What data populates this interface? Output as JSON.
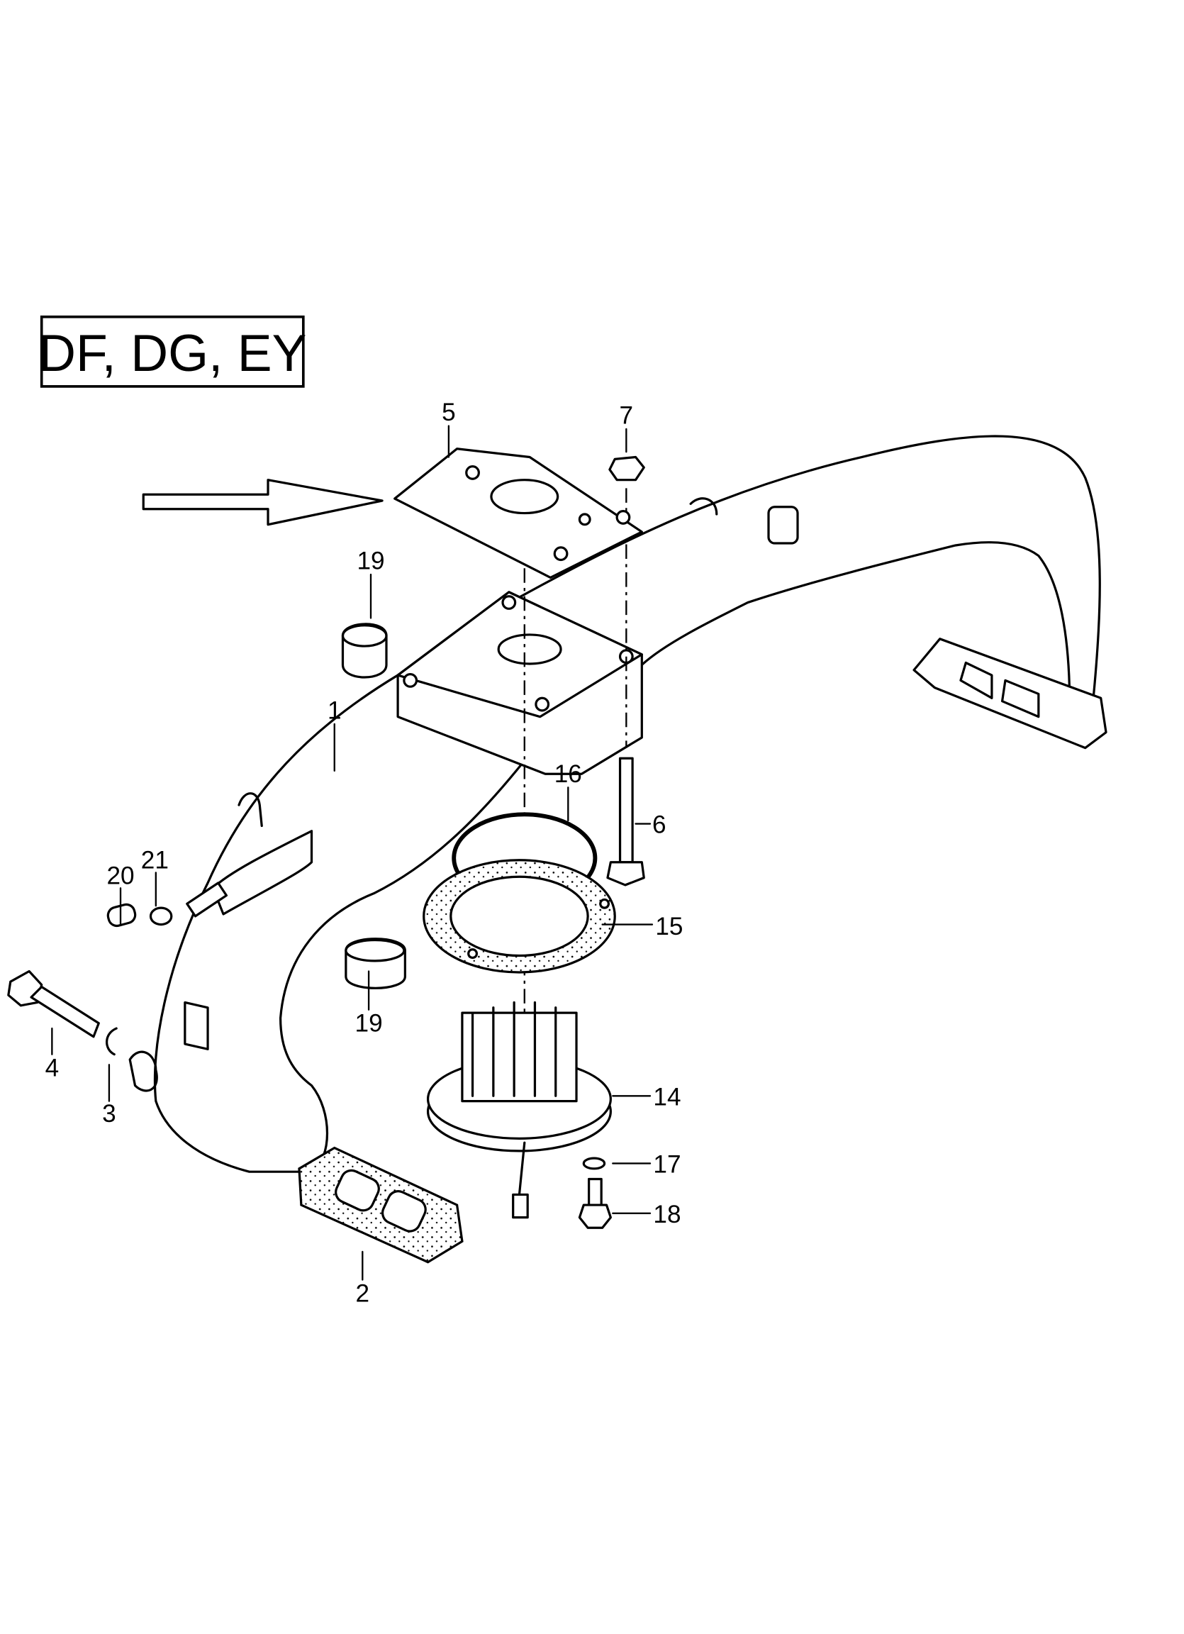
{
  "variant_box": {
    "text": "DF, DG, EY"
  },
  "parts": {
    "p1": "1",
    "p2": "2",
    "p3": "3",
    "p4": "4",
    "p5": "5",
    "p6": "6",
    "p7": "7",
    "p14": "14",
    "p15": "15",
    "p16": "16",
    "p17": "17",
    "p18": "18",
    "p19a": "19",
    "p19b": "19",
    "p20": "20",
    "p21": "21"
  },
  "colors": {
    "line": "#000000",
    "background": "#ffffff"
  }
}
